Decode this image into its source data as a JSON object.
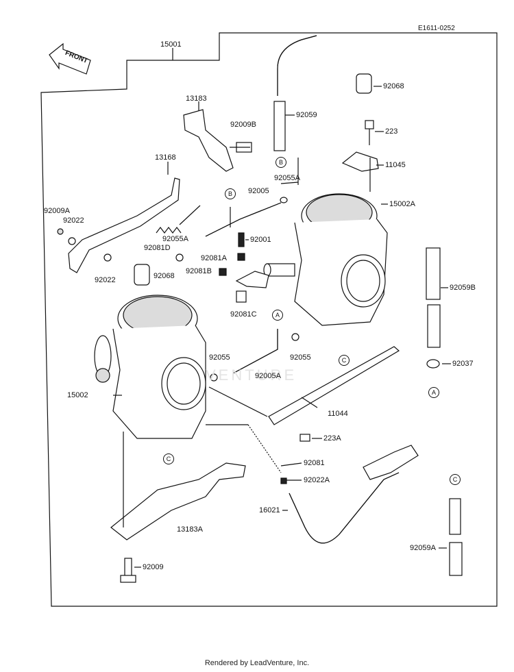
{
  "diagram_code": "E1611-0252",
  "front_label": "FRONT",
  "footer": "Rendered by LeadVenture, Inc.",
  "watermark": "VENTURE",
  "callouts": {
    "A": "A",
    "B": "B",
    "C": "C"
  },
  "parts": {
    "p15001": "15001",
    "p92068_top": "92068",
    "p13183": "13183",
    "p92059": "92059",
    "p92009B": "92009B",
    "p223": "223",
    "p11045": "11045",
    "p13168": "13168",
    "p92055A_top": "92055A",
    "p92005": "92005",
    "p15002A": "15002A",
    "p92009A": "92009A",
    "p92022_left": "92022",
    "p92055A_left": "92055A",
    "p92001": "92001",
    "p92081D": "92081D",
    "p92081A": "92081A",
    "p92022_lower": "92022",
    "p92068_mid": "92068",
    "p92081B": "92081B",
    "p92059B": "92059B",
    "p92081C": "92081C",
    "p92055_mid": "92055",
    "p92055_right": "92055",
    "p92005A": "92005A",
    "p92037": "92037",
    "p15002": "15002",
    "p11044": "11044",
    "p223A": "223A",
    "p92081": "92081",
    "p92022A": "92022A",
    "p16021": "16021",
    "p13183A": "13183A",
    "p92059A": "92059A",
    "p92009_bottom": "92009"
  }
}
